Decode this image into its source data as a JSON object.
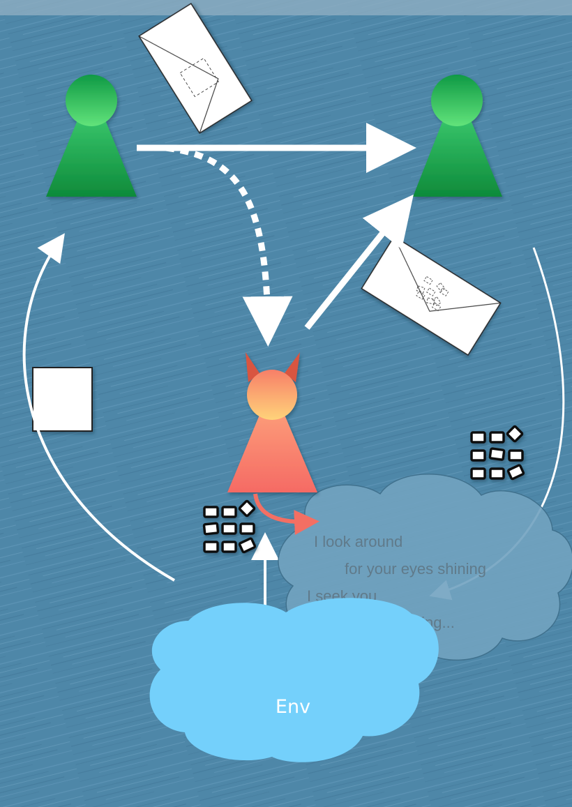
{
  "environment": {
    "label": "Env",
    "fill": "#74d0fb"
  },
  "thought_bubble": {
    "lines": [
      "I look around",
      "for your eyes shining",
      "I seek you",
      "everything..."
    ]
  },
  "actors": {
    "sender": {
      "role": "green-pawn",
      "color": "#1fa34a"
    },
    "receiver": {
      "role": "green-pawn",
      "color": "#1fa34a"
    },
    "adversary": {
      "role": "devil-pawn",
      "color": "#f87a6a"
    }
  },
  "colors": {
    "background": "#4e87a8",
    "arrow": "#ffffff",
    "adversary_arrow": "#f36f63"
  }
}
